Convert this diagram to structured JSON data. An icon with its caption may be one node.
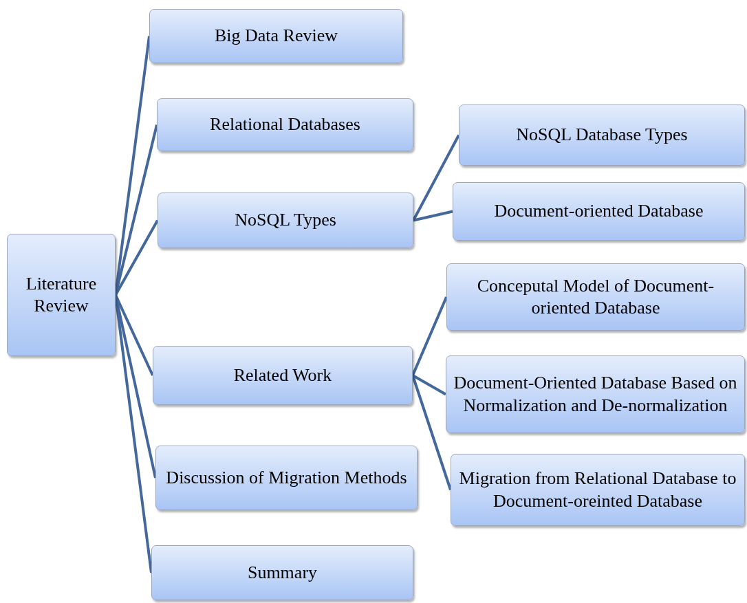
{
  "diagram": {
    "nodes": [
      {
        "text": [
          "Literature Review"
        ]
      },
      {
        "text": [
          "Big Data Review"
        ]
      },
      {
        "text": [
          "Relational Databases"
        ]
      },
      {
        "text": [
          "NoSQL Types"
        ]
      },
      {
        "text": [
          "Related Work"
        ]
      },
      {
        "text": [
          "Discussion of Migration Methods"
        ]
      },
      {
        "text": [
          "Summary"
        ]
      },
      {
        "text": [
          "NoSQL Database Types"
        ]
      },
      {
        "text": [
          "Document-oriented Database"
        ]
      },
      {
        "text": [
          "Conceputal Model of Document-oriented Database"
        ]
      },
      {
        "text": [
          "Document-Oriented Database Based on Normalization and De-normalization"
        ]
      },
      {
        "text": [
          "Migration from Relational Database to Document-oreinted Database"
        ]
      }
    ],
    "edges": [
      {
        "from": 0,
        "to": 1,
        "arrow": "none"
      },
      {
        "from": 0,
        "to": 2,
        "arrow": "none"
      },
      {
        "from": 0,
        "to": 3,
        "arrow": "none"
      },
      {
        "from": 0,
        "to": 4,
        "arrow": "none"
      },
      {
        "from": 0,
        "to": 5,
        "arrow": "none"
      },
      {
        "from": 0,
        "to": 6,
        "arrow": "none"
      },
      {
        "from": 3,
        "to": 7,
        "arrow": "none"
      },
      {
        "from": 3,
        "to": 8,
        "arrow": "none"
      },
      {
        "from": 4,
        "to": 9,
        "arrow": "none"
      },
      {
        "from": 4,
        "to": 10,
        "arrow": "none"
      },
      {
        "from": 4,
        "to": 11,
        "arrow": "none"
      }
    ]
  }
}
